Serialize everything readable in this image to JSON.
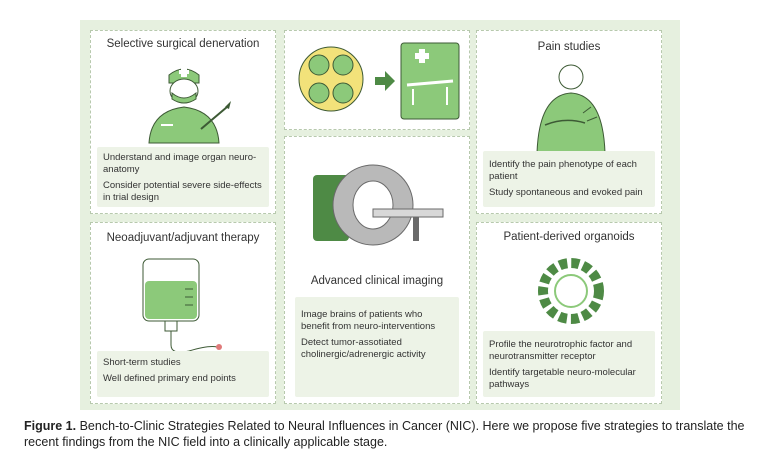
{
  "panels": {
    "surgical": {
      "title": "Selective surgical denervation",
      "points": [
        "Understand and image organ neuro-anatomy",
        "Consider potential severe side-effects in trial design"
      ]
    },
    "neoadjuvant": {
      "title": "Neoadjuvant/adjuvant therapy",
      "points": [
        "Short-term studies",
        "Well defined primary end points"
      ]
    },
    "imaging": {
      "title": "Advanced clinical imaging",
      "points": [
        "Image brains of patients who benefit from neuro-interventions",
        "Detect tumor-assotiated cholinergic/adrenergic activity"
      ]
    },
    "pain": {
      "title": "Pain studies",
      "points": [
        "Identify the pain phenotype of each patient",
        "Study spontaneous and evoked pain"
      ]
    },
    "organoids": {
      "title": "Patient-derived organoids",
      "points": [
        "Profile the neurotrophic factor and neurotransmitter receptor",
        "Identify targetable neuro-molecular pathways"
      ]
    }
  },
  "caption": {
    "label": "Figure 1.",
    "text": "Bench-to-Clinic Strategies Related to Neural Influences in Cancer (NIC). Here we propose five strategies to translate the recent findings from the NIC field into a clinically applicable stage."
  },
  "colors": {
    "background": "#e6f0df",
    "accent_green": "#8cc97a",
    "dark_green": "#4e8a45",
    "yellow": "#f2e27a",
    "box": "#edf3e7"
  }
}
